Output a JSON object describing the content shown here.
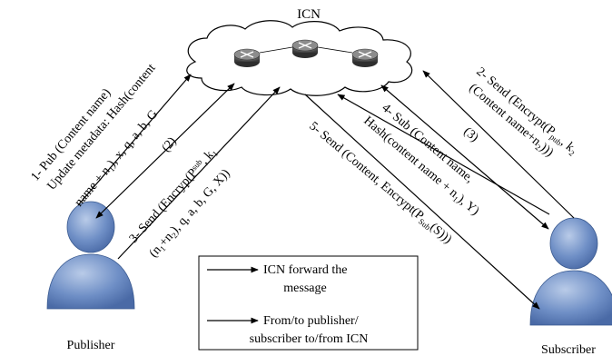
{
  "cloud_label": "ICN",
  "actors": {
    "publisher": "Publisher",
    "subscriber": "Subscriber"
  },
  "steps": {
    "s1_line1": "1- Pub (Content name)",
    "s1_line2": "Update metadata: Hash(content",
    "s1_line3": "name + n",
    "s1_line3_sub": "1",
    "s1_line3_rest": "), x, q, a, b, G",
    "s2_left": "(2)",
    "s3_line1_a": "3- Send (Encryp(P",
    "s3_line1_sub": "sub",
    "s3_line1_b": ", k",
    "s3_line1_sub2": "1",
    "s3_line2_a": "(n",
    "s3_line2_sub1": "1",
    "s3_line2_b": "+n",
    "s3_line2_sub2": "2",
    "s3_line2_c": "), q, a, b, G, X))",
    "s4_line1": "4- Sub (Content name,",
    "s4_line2_a": "Hash(content name + n",
    "s4_line2_sub": "1",
    "s4_line2_b": "), Y)",
    "s5_a": "5- Send (Content, Encrypt(P",
    "s5_sub": "Sub",
    "s5_b": "(S)))",
    "s3_right": "(3)",
    "s2_right_line1_a": "2- Send (Encrypt(P",
    "s2_right_line1_sub": "pub",
    "s2_right_line1_b": ", k",
    "s2_right_line1_sub2": "2",
    "s2_right_line2_a": "(Content name+n",
    "s2_right_line2_sub": "2",
    "s2_right_line2_b": ")))"
  },
  "legend": {
    "item1_line1": "ICN forward the",
    "item1_line2": "message",
    "item2_line1": "From/to publisher/",
    "item2_line2": "subscriber to/from ICN"
  }
}
